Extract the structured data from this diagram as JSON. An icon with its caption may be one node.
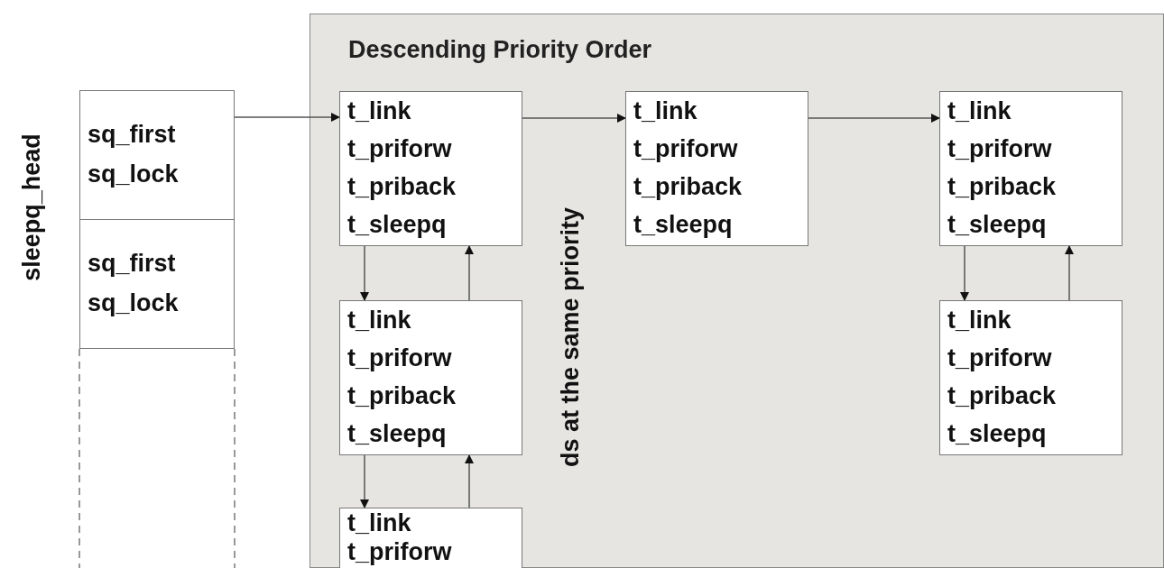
{
  "diagram": {
    "nodes": [
      {
        "text": [
          "Descending Priority Order"
        ]
      },
      {
        "text": [
          "sq_first",
          "sq_lock"
        ]
      },
      {
        "text": [
          "sq_first",
          "sq_lock"
        ]
      },
      {
        "text": [
          "t_link",
          "t_priforw",
          "t_priback",
          "t_sleepq"
        ],
        "in": 0
      },
      {
        "text": [
          "t_link",
          "t_priforw",
          "t_priback",
          "t_sleepq"
        ],
        "in": 0
      },
      {
        "text": [
          "t_link",
          "t_priforw",
          "t_priback",
          "t_sleepq"
        ],
        "in": 0
      },
      {
        "text": [
          "t_link",
          "t_priforw",
          "t_priback",
          "t_sleepq"
        ],
        "in": 0
      },
      {
        "text": [
          "t_link",
          "t_priforw",
          "t_priback",
          "t_sleepq"
        ],
        "in": 0
      },
      {
        "text": [
          "t_link",
          "t_priforw"
        ],
        "in": 0
      }
    ],
    "edges": [
      {
        "from": 1,
        "to": 3,
        "arrow": "to"
      },
      {
        "from": 3,
        "to": 4,
        "arrow": "to"
      },
      {
        "from": 4,
        "to": 5,
        "arrow": "to"
      },
      {
        "from": 3,
        "to": 6,
        "arrow": "to"
      },
      {
        "from": 6,
        "to": 3,
        "arrow": "to"
      },
      {
        "from": 5,
        "to": 7,
        "arrow": "to"
      },
      {
        "from": 7,
        "to": 5,
        "arrow": "to"
      },
      {
        "from": 6,
        "to": 8,
        "arrow": "to"
      },
      {
        "from": 8,
        "to": 6,
        "arrow": "to"
      }
    ],
    "labels": [
      "sleepq_head",
      "ds at the same priority"
    ]
  }
}
